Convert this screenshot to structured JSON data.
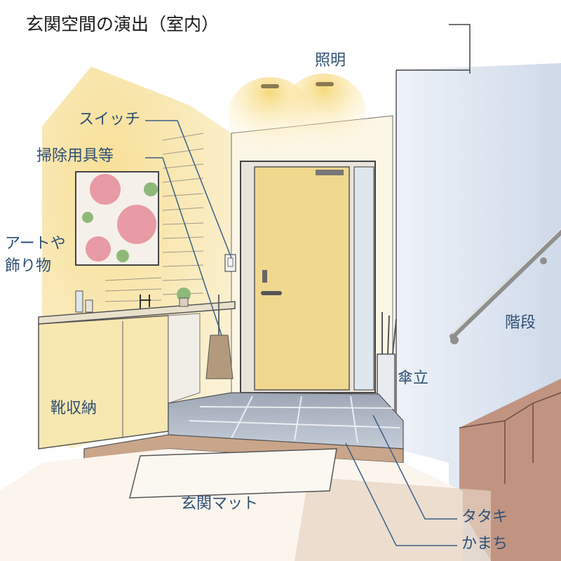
{
  "title": "玄関空間の演出（室内）",
  "labels": {
    "lighting": "照明",
    "switch": "スイッチ",
    "cleaning": "掃除用具等",
    "art_line1": "アートや",
    "art_line2": "飾り物",
    "stairs": "階段",
    "umbrella": "傘立",
    "shoe_storage": "靴収納",
    "mat": "玄関マット",
    "tataki": "タタキ",
    "kamachi": "かまち"
  },
  "colors": {
    "accent_line": "#3d5f86",
    "label_text": "#2f4f73",
    "title_text": "#1a1a1a",
    "wall_yellow": "#f6e3a6",
    "door": "#f0d88e",
    "cabinet": "#f7e7b0",
    "floor_tile": "#b8bfcc",
    "wood_floor": "#c9a58a",
    "mat": "#fbf8f2",
    "stairs_wood": "#b98a76",
    "wall_blue": "#dfe7f1",
    "poster_pink": "#e89aa5",
    "poster_green": "#8fb97a"
  }
}
